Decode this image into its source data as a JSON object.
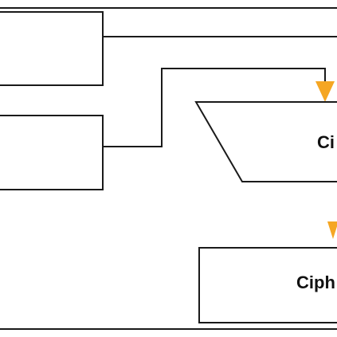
{
  "colors": {
    "stroke": "#1a1a1a",
    "arrow": "#f5a623",
    "background": "#ffffff"
  },
  "nodes": {
    "top_left_box": {
      "label": ""
    },
    "mid_left_box": {
      "label": ""
    },
    "trapezoid": {
      "label": "Ci"
    },
    "bottom_box": {
      "label": "Ciph"
    }
  },
  "arrows": {
    "into_trapezoid": {
      "color_name": "orange",
      "icon": "arrow-down-icon"
    },
    "into_bottom_box": {
      "color_name": "orange",
      "icon": "arrow-down-icon"
    }
  }
}
